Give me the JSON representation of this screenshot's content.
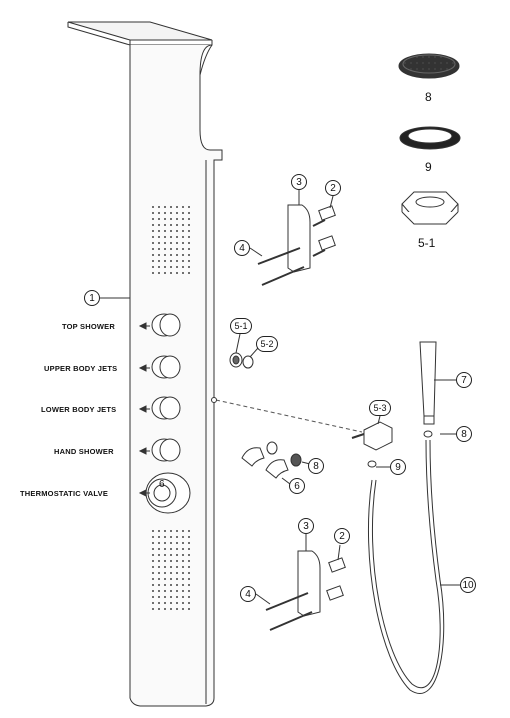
{
  "labels": {
    "top_shower": "TOP SHOWER",
    "upper_body_jets": "UPPER BODY JETS",
    "lower_body_jets": "LOWER BODY JETS",
    "hand_shower": "HAND SHOWER",
    "thermostatic_valve": "THERMOSTATIC VALVE"
  },
  "callouts": {
    "c1": "1",
    "c2a": "2",
    "c2b": "2",
    "c3a": "3",
    "c3b": "3",
    "c4a": "4",
    "c4b": "4",
    "c51": "5-1",
    "c52": "5-2",
    "c53": "5-3",
    "c6": "6",
    "c7": "7",
    "c8a": "8",
    "c8b": "8",
    "c9": "9",
    "c10": "10"
  },
  "parts_top_right": {
    "p8": "8",
    "p9": "9",
    "p51": "5-1"
  },
  "valve_mark": "6"
}
